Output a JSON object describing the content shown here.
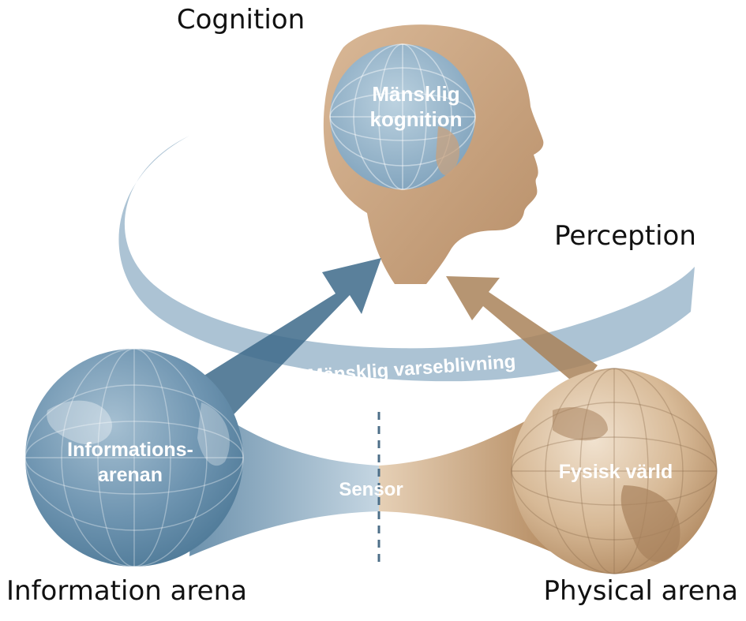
{
  "labels": {
    "cognition": "Cognition",
    "perception": "Perception",
    "information_arena": "Information arena",
    "physical_arena": "Physical arena"
  },
  "inner_labels": {
    "human_cognition_line1": "Mänsklig",
    "human_cognition_line2": "kognition",
    "human_perception": "Mänsklig varseblivning",
    "information_arena_line1": "Informations-",
    "information_arena_line2": "arenan",
    "physical_world": "Fysisk värld",
    "sensor": "Sensor"
  },
  "colors": {
    "blue": "#5d87a4",
    "blue_light": "#a9c2d3",
    "blue_dark": "#3f6b8a",
    "tan": "#b89068",
    "tan_light": "#d8bc9c",
    "head": "#c8a27e",
    "background": "#ffffff"
  }
}
